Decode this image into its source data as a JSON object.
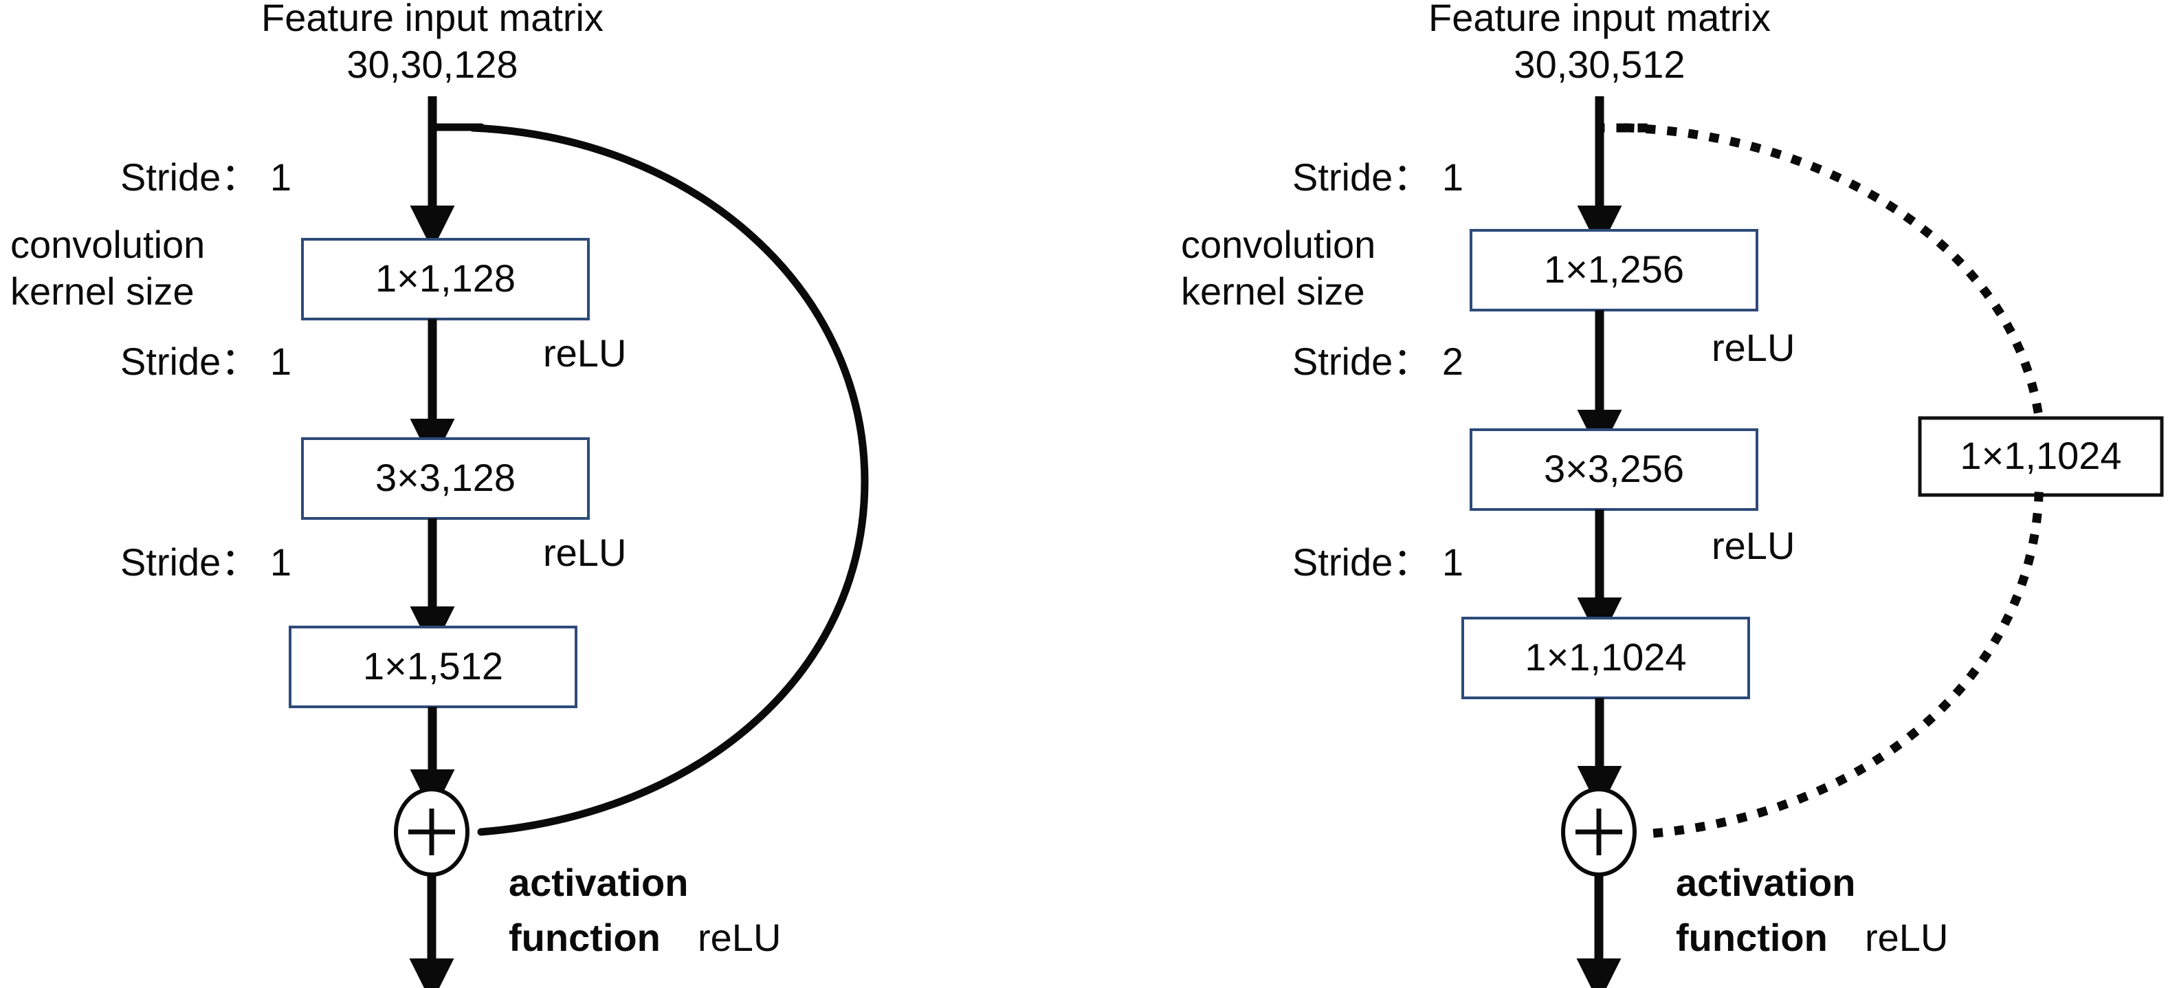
{
  "figure": {
    "type": "neural-network-residual-block-diagram",
    "panels": [
      {
        "id": "identity-block",
        "input_title": "Feature input matrix",
        "input_shape": "30,30,128",
        "stride_labels": [
          "Stride：  1",
          "Stride：  1",
          "Stride：  1"
        ],
        "kernel_caption_line1": "convolution",
        "kernel_caption_line2": "kernel size",
        "conv_boxes": [
          "1×1,128",
          "3×3,128",
          "1×1,512"
        ],
        "relu_labels": [
          "reLU",
          "reLU"
        ],
        "merge_symbol": "+",
        "activation_line1": "activation",
        "activation_line2": "function",
        "activation_fn": "reLU",
        "shortcut_style": "solid",
        "shortcut_box": null
      },
      {
        "id": "conv-block",
        "input_title": "Feature input matrix",
        "input_shape": "30,30,512",
        "stride_labels": [
          "Stride：  1",
          "Stride：  2",
          "Stride：  1"
        ],
        "kernel_caption_line1": "convolution",
        "kernel_caption_line2": "kernel size",
        "conv_boxes": [
          "1×1,256",
          "3×3,256",
          "1×1,1024"
        ],
        "relu_labels": [
          "reLU",
          "reLU"
        ],
        "merge_symbol": "+",
        "activation_line1": "activation",
        "activation_line2": "function",
        "activation_fn": "reLU",
        "shortcut_style": "dotted",
        "shortcut_box": "1×1,1024"
      }
    ]
  },
  "colors": {
    "box_border_blue": "#2E4B78",
    "box_border_black": "#101010",
    "line": "#0a0a0a",
    "text": "#0a0a0a",
    "background": "#ffffff"
  }
}
